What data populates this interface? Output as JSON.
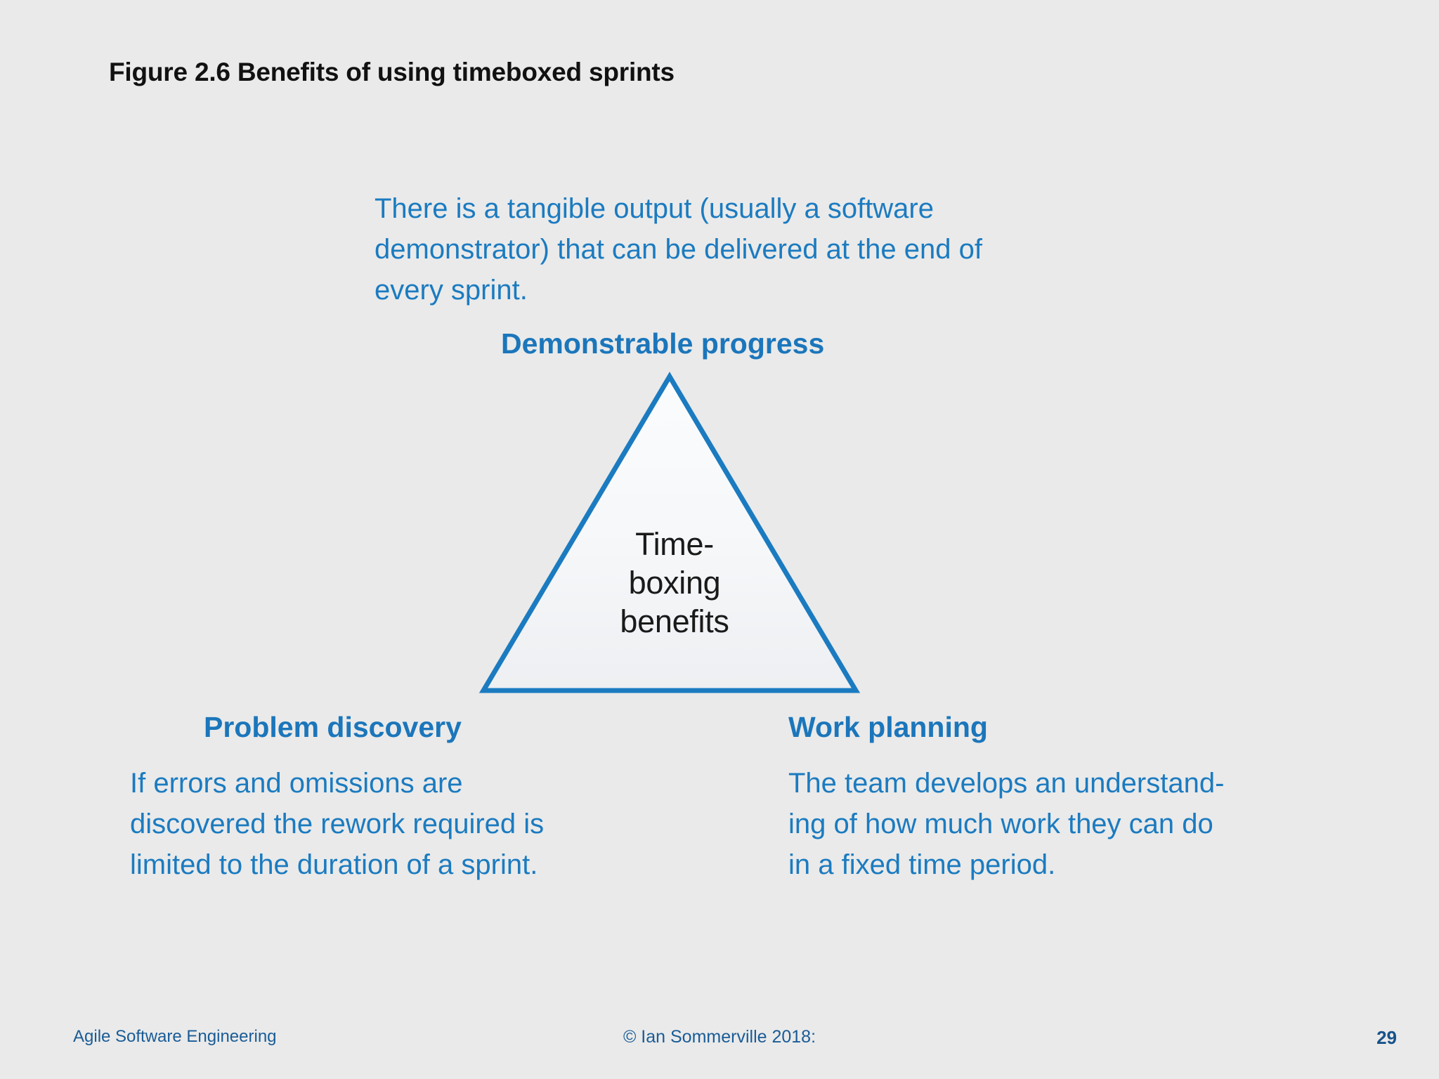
{
  "slide": {
    "title": "Figure 2.6 Benefits of using timeboxed sprints",
    "background_color": "#EAEAEA"
  },
  "colors": {
    "accent_blue": "#1B7BC0",
    "heading_blue": "#1B76BB",
    "footer_blue": "#1A5C96",
    "page_number_blue": "#17528A",
    "title_black": "#111111",
    "triangle_stroke": "#1B7BC0",
    "triangle_fill_top": "#FAFBFC",
    "triangle_fill_bottom": "#EFF1F4",
    "triangle_label_color": "#1A1A1A"
  },
  "top_description": {
    "name": "demonstrable-progress-description",
    "lines": [
      "There is a tangible output (usually a software",
      "demonstrator) that can be delivered at the end of",
      "every sprint."
    ]
  },
  "diagram": {
    "shape": "triangle",
    "center_label_lines": [
      "Time-",
      "boxing",
      "benefits"
    ],
    "vertices": [
      {
        "id": "top",
        "heading": "Demonstrable progress"
      },
      {
        "id": "bottom-left",
        "heading": "Problem discovery",
        "lines": [
          "If errors and omissions are",
          "discovered the rework required is",
          "limited to the duration of a sprint."
        ]
      },
      {
        "id": "bottom-right",
        "heading": "Work planning",
        "lines": [
          "The team develops an understand-",
          "ing of how much work they can do",
          "in a fixed time period."
        ]
      }
    ]
  },
  "footer": {
    "left": "Agile Software Engineering",
    "center": "© Ian Sommerville 2018:",
    "page_number": "29"
  }
}
